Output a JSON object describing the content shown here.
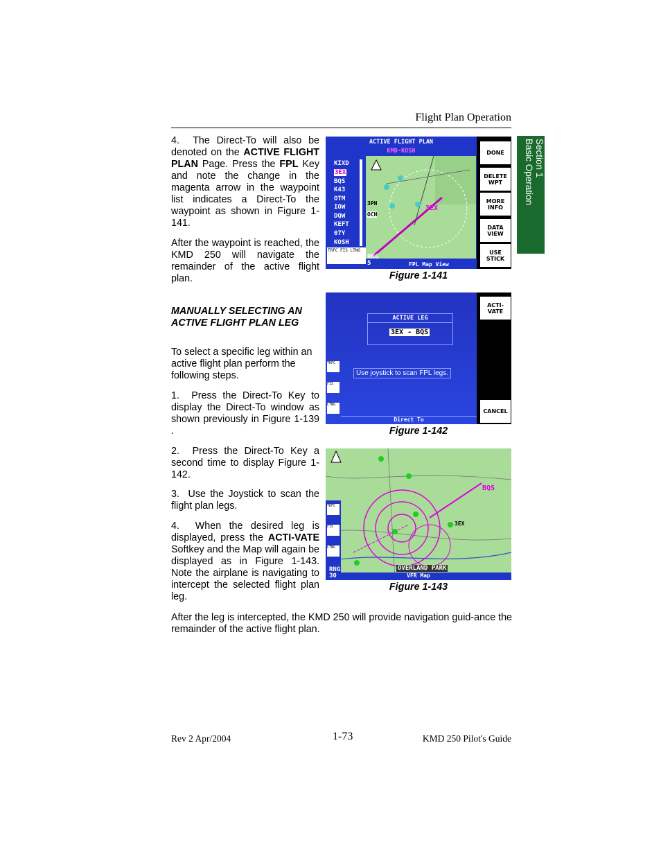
{
  "header": {
    "title": "Flight Plan Operation"
  },
  "section_tab": {
    "line1": "Section 1",
    "line2": "Basic Operation"
  },
  "step4_fpl": {
    "num": "4.",
    "t1": "The Direct-To will also be denoted on the ",
    "b1": "ACTIVE FLIGHT PLAN",
    "t2": " Page. Press the ",
    "b2": "FPL",
    "t3": " Key and note the change in the magenta arrow in the waypoint list indicates a Direct-To the waypoint as shown in Figure 1-141."
  },
  "after_waypoint": "After the waypoint is reached, the KMD 250 will navigate the remainder of the active flight plan.",
  "subheading": "MANUALLY SELECTING AN ACTIVE FLIGHT PLAN LEG",
  "intro": "To select a specific leg within an active flight plan perform the following steps.",
  "steps": [
    {
      "num": "1.",
      "text": "Press the Direct-To Key to display the Direct-To window as shown previously in Figure 1-139 ."
    },
    {
      "num": "2.",
      "text": "Press the Direct-To Key a second time to display Figure 1-142."
    },
    {
      "num": "3.",
      "text": "Use the Joystick to scan the flight plan legs."
    }
  ],
  "step4_leg": {
    "num": "4.",
    "t1": "When the desired leg is displayed, press the ",
    "b1": "ACTI-VATE",
    "t2": " Softkey and the Map will again be displayed as in Figure 1-143. Note the airplane is navigating to intercept the selected flight plan leg."
  },
  "closing": "After the leg is intercepted, the KMD 250 will provide navigation guid-ance the remainder of the active flight plan.",
  "fig141": {
    "caption": "Figure 1-141",
    "title": "ACTIVE FLIGHT PLAN",
    "route": "KMD-KOSH",
    "waypoints": [
      "KIXD",
      "3EX",
      "BQS",
      "K43",
      "OTM",
      "IOW",
      "DQW",
      "KEFT",
      "07Y",
      "KOSH"
    ],
    "active_marker": "→",
    "softkeys": [
      "DONE",
      "DELETE WPT",
      "MORE INFO",
      "DATA VIEW",
      "USE STICK"
    ],
    "status_icons": "TRFC FIS LTNG",
    "rng_label": "RNG",
    "rng_value": "5",
    "view_label": "FPL Map View",
    "map_labels": [
      "3EX",
      "OCH",
      "3PH"
    ]
  },
  "fig142": {
    "caption": "Figure 1-142",
    "box_title": "ACTIVE LEG",
    "leg": "3EX - BQS",
    "hint": "Use joystick to scan FPL legs.",
    "softkeys": [
      "ACTI- VATE",
      "CANCEL"
    ],
    "side_labels": [
      "TRFC",
      "FIS",
      "LTNG"
    ],
    "bottom": "Direct To"
  },
  "fig143": {
    "caption": "Figure 1-143",
    "map_labels": [
      "BQS",
      "3EX",
      "OVERLAND PARK"
    ],
    "side_labels": [
      "TRFC",
      "FIS",
      "LTNG"
    ],
    "rng_label": "RNG",
    "rng_value": "30",
    "view_label": "VFR Map"
  },
  "footer": {
    "left": "Rev 2  Apr/2004",
    "page": "1-73",
    "right": "KMD 250 Pilot's Guide"
  },
  "colors": {
    "tab_green": "#1a6a2e",
    "screen_blue": "#1f34c8",
    "map_green": "#a8dc98",
    "magenta": "#e000e0"
  }
}
